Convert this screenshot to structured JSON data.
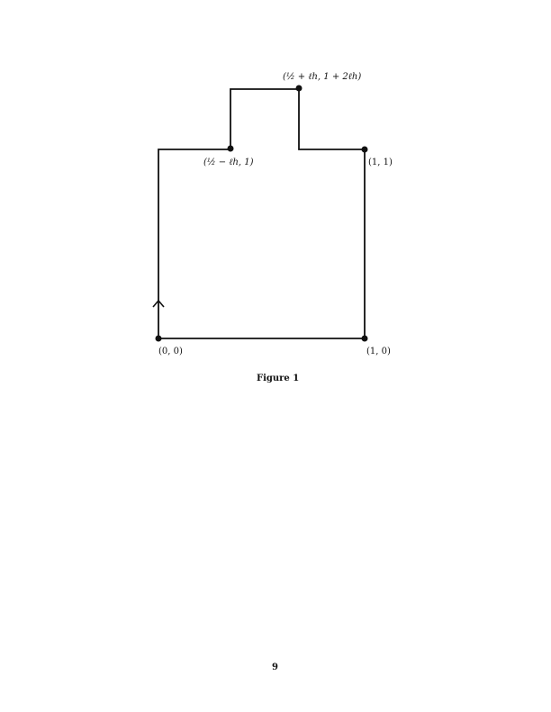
{
  "figure": {
    "labels": {
      "top_step": "(½ + ℓh, 1 + 2ℓh)",
      "left_step": "(½ − ℓh, 1)",
      "one_one": "(1, 1)",
      "origin": "(0, 0)",
      "one_zero": "(1, 0)"
    },
    "caption": "Figure 1"
  },
  "page_number": "9"
}
